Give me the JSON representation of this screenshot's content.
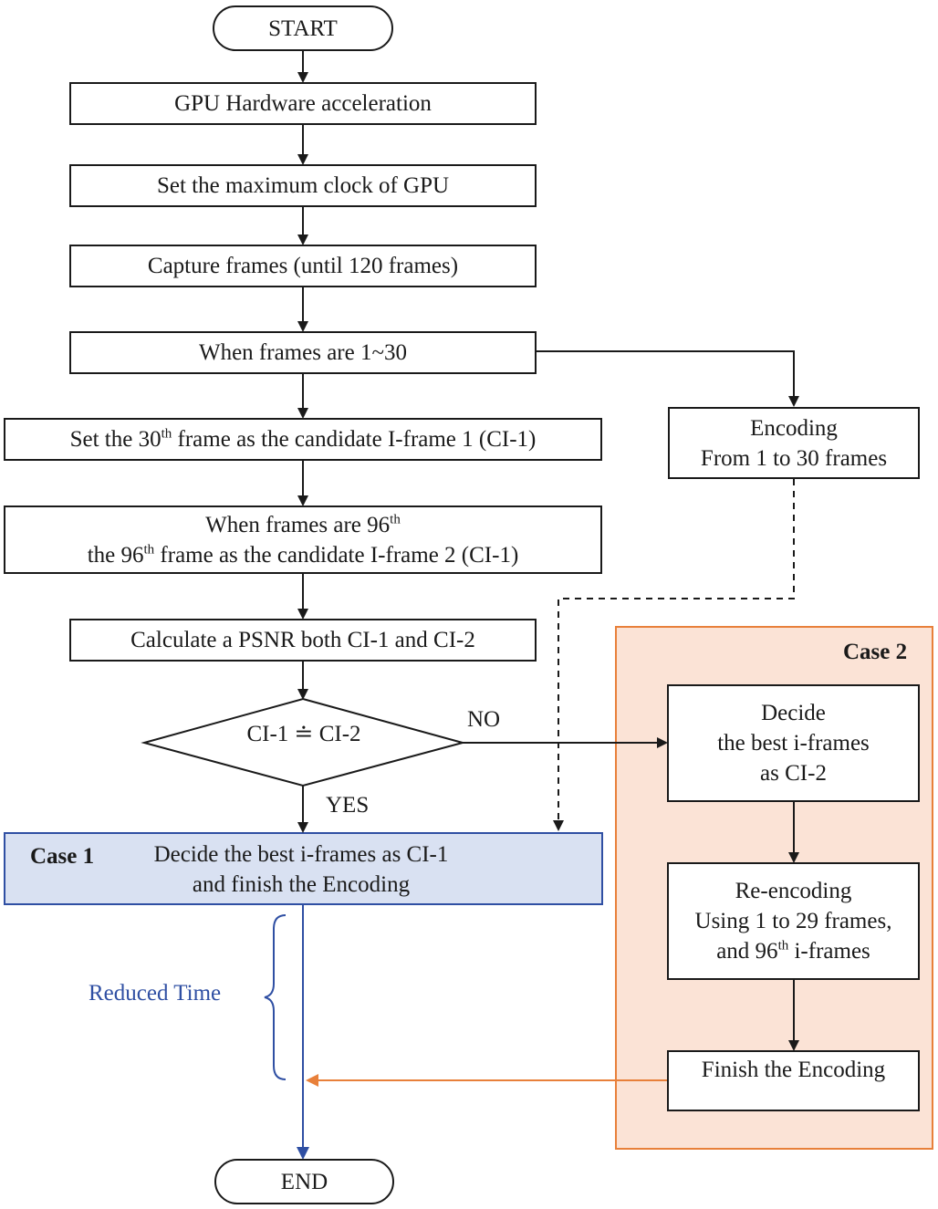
{
  "start_label": "START",
  "end_label": "END",
  "steps": {
    "gpu_accel": "GPU Hardware acceleration",
    "max_clock": "Set the maximum clock of GPU",
    "capture": "Capture frames (until 120 frames)",
    "when_1_30": "When frames are 1~30",
    "set_30th": {
      "prefix": "Set the 30",
      "sup": "th",
      "suffix": " frame as the candidate I-frame 1 (CI-1)"
    },
    "when_96th": {
      "line1_prefix": "When frames are 96",
      "line1_sup": "th",
      "line2_prefix": "the 96",
      "line2_sup": "th",
      "line2_suffix": " frame as the candidate I-frame 2 (CI-1)"
    },
    "calc_psnr": "Calculate a PSNR both CI-1 and CI-2",
    "encoding": {
      "line1": "Encoding",
      "line2": "From 1 to 30 frames"
    }
  },
  "decision": {
    "text": "CI-1  ≐  CI-2",
    "no_label": "NO",
    "yes_label": "YES"
  },
  "case1": {
    "label": "Case 1",
    "line1": "Decide the best i-frames as CI-1",
    "line2": "and finish the Encoding"
  },
  "case2": {
    "label": "Case 2",
    "decide": {
      "line1": "Decide",
      "line2": "the best i-frames",
      "line3": "as CI-2"
    },
    "reencoding": {
      "line1": "Re-encoding",
      "line2": "Using 1 to 29 frames,",
      "line3_prefix": "and 96",
      "line3_sup": "th",
      "line3_suffix": " i-frames"
    },
    "finish": "Finish the Encoding"
  },
  "reduced_time": "Reduced Time",
  "colors": {
    "case1_fill": "#d9e1f2",
    "case1_border": "#2f4fa3",
    "case2_fill": "#fbe3d6",
    "case2_border": "#e8803a",
    "reduced_time": "#2f4fa3",
    "line": "#1a1a1a"
  }
}
